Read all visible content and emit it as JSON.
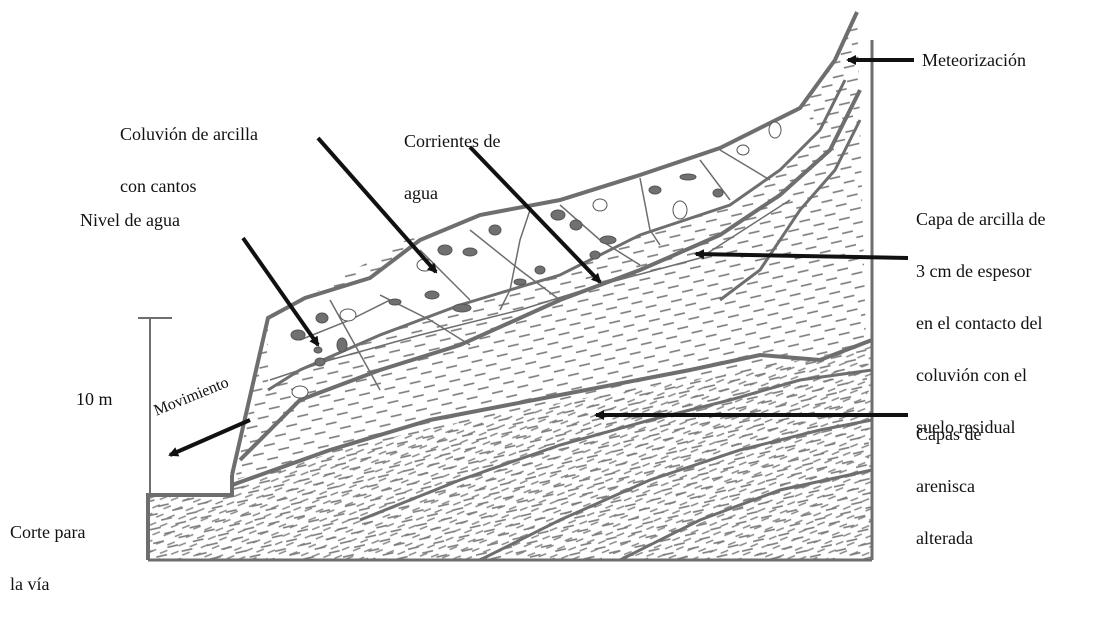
{
  "labels": {
    "meteorizacion": "Meteorización",
    "coluvion": [
      "Coluvión de arcilla",
      "con cantos"
    ],
    "corrientes": [
      "Corrientes de",
      "agua"
    ],
    "nivel_agua": "Nivel de agua",
    "capa_arcilla": [
      "Capa de arcilla de",
      "3 cm de espesor",
      "en el contacto del",
      "coluvión con el",
      "suelo residual"
    ],
    "escala": "10 m",
    "movimiento": "Movimiento",
    "capas_arenisca": [
      "Capas de",
      "arenisca",
      "alterada"
    ],
    "corte": [
      "Corte para",
      "la vía"
    ]
  },
  "colors": {
    "line": "#6e6e6e",
    "arrow": "#111111",
    "text": "#111111"
  }
}
